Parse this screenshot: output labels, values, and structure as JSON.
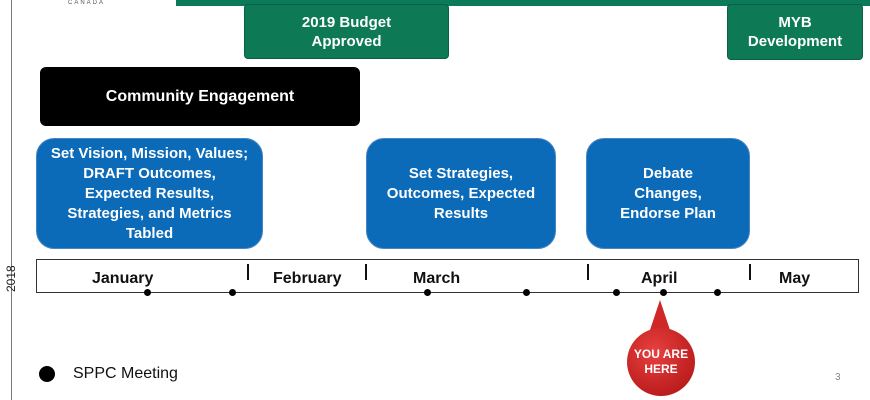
{
  "logo": {
    "subtext": "CANADA"
  },
  "milestones": {
    "budget": "2019 Budget Approved",
    "myb": "MYB Development",
    "community": "Community Engagement"
  },
  "phases": {
    "vision": "Set Vision, Mission, Values; DRAFT Outcomes, Expected Results, Strategies, and Metrics Tabled",
    "strategies": "Set Strategies, Outcomes, Expected Results",
    "debate": "Debate Changes, Endorse Plan"
  },
  "timeline": {
    "year": "2018",
    "months": [
      "January",
      "February",
      "March",
      "April",
      "May"
    ]
  },
  "marker": {
    "line1": "YOU ARE",
    "line2": "HERE",
    "color": "#d42a2a"
  },
  "legend": {
    "label": "SPPC Meeting"
  },
  "page_number": "3",
  "colors": {
    "green": "#0d7a55",
    "blue": "#0b6bb8",
    "black": "#000000",
    "marker_red": "#d42a2a"
  }
}
